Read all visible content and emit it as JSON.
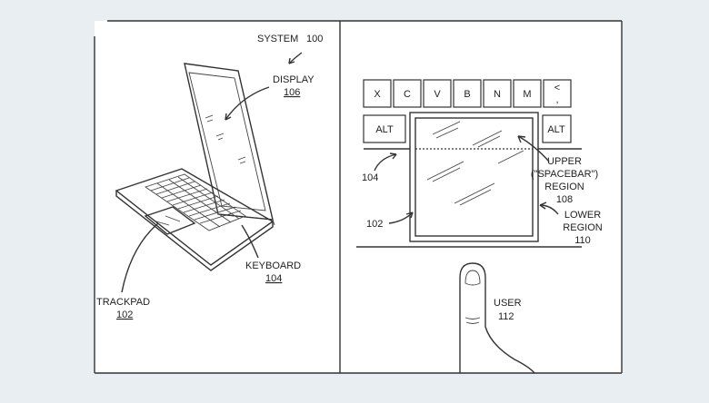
{
  "labels": {
    "system": "SYSTEM",
    "system_num": "100",
    "display": "DISPLAY",
    "display_num": "106",
    "keyboard": "KEYBOARD",
    "keyboard_num": "104",
    "trackpad": "TRACKPAD",
    "trackpad_num": "102",
    "ref_104": "104",
    "ref_102": "102",
    "upper_1": "UPPER",
    "upper_2": "(\"SPACEBAR\")",
    "upper_3": "REGION",
    "upper_num": "108",
    "lower_1": "LOWER",
    "lower_2": "REGION",
    "lower_num": "110",
    "user": "USER",
    "user_num": "112"
  },
  "keys": {
    "row": [
      "X",
      "C",
      "V",
      "B",
      "N",
      "M",
      "<",
      ","
    ],
    "alt_left": "ALT",
    "alt_right": "ALT"
  },
  "colors": {
    "background": "#e9eef2",
    "panel": "#ffffff",
    "line": "#333333"
  }
}
